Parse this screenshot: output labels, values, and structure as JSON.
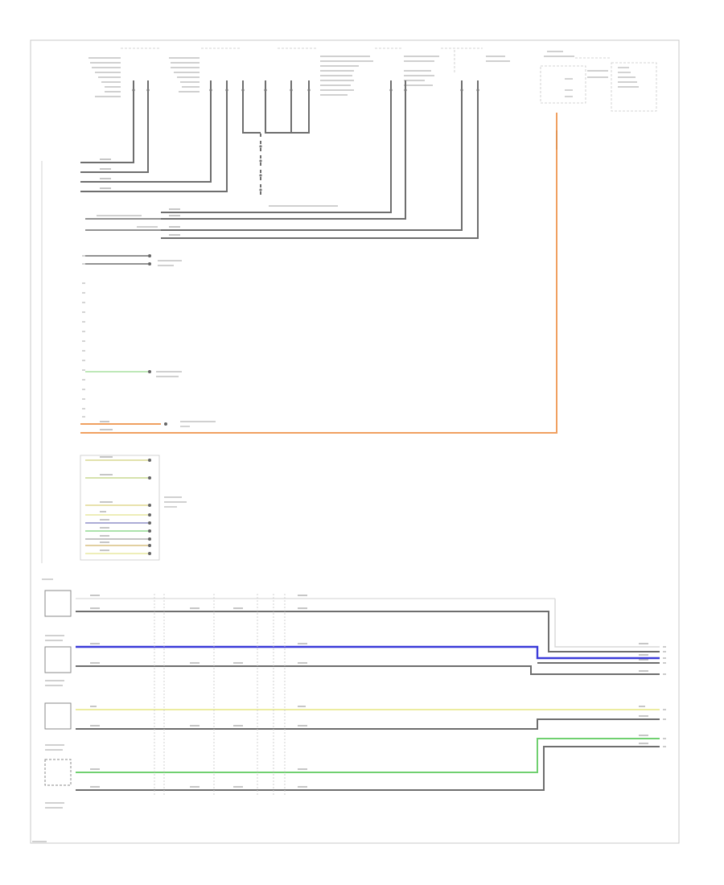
{
  "diagram": {
    "colors": {
      "gray_wire": "#6e6e6e",
      "blue_wire": "#3b3bd9",
      "orange_wire": "#f0a060",
      "green_wire": "#70d070",
      "yellow_wire": "#e6e680",
      "light_green_wire": "#b8e8a0",
      "frame": "#c8c8c8"
    },
    "top_modules": [
      {
        "id": "mod1"
      },
      {
        "id": "mod2"
      },
      {
        "id": "mod3"
      },
      {
        "id": "mod4"
      },
      {
        "id": "mod5"
      },
      {
        "id": "mod6"
      },
      {
        "id": "mod7"
      }
    ],
    "footer_ref": "{footer}"
  }
}
